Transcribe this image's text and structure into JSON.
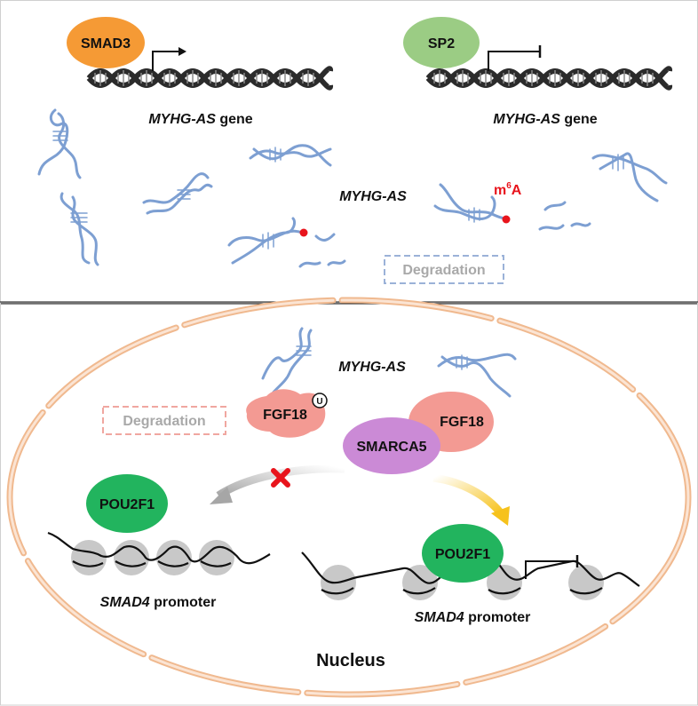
{
  "top_panel": {
    "left_factor": "SMAD3",
    "right_factor": "SP2",
    "left_gene": {
      "name": "MYHG-AS",
      "suffix": " gene"
    },
    "right_gene": {
      "name": "MYHG-AS",
      "suffix": " gene"
    },
    "rna_label": "MYHG-AS",
    "m6a": {
      "m": "m",
      "sup": "6",
      "a": "A"
    },
    "degradation": "Degradation"
  },
  "bottom_panel": {
    "rna_label": "MYHG-AS",
    "fgf18_ubiquitinated": "FGF18",
    "ubiquitin_symbol": "U",
    "degradation": "Degradation",
    "fgf18": "FGF18",
    "smarca5": "SMARCA5",
    "left_pou2f1": "POU2F1",
    "right_pou2f1": "POU2F1",
    "left_promoter": {
      "name": "SMAD4",
      "suffix": " promoter"
    },
    "right_promoter": {
      "name": "SMAD4",
      "suffix": " promoter"
    },
    "compartment": "Nucleus"
  },
  "colors": {
    "smad3": "#f59a35",
    "sp2": "#9bcc84",
    "rna": "#7d9fd2",
    "m6a": "#e8141c",
    "fgf18": "#f39a93",
    "smarca5": "#cb8ad6",
    "pou2f1": "#22b45e",
    "membrane": "#f0b98f",
    "nucleosome": "#c8c8c8",
    "degradation_top": "#9bb2d8",
    "degradation_bottom": "#f0a7a0",
    "gray_arrow": "#b3b3b3",
    "yellow_arrow": "#f6c21c",
    "block_x": "#e8141c"
  }
}
